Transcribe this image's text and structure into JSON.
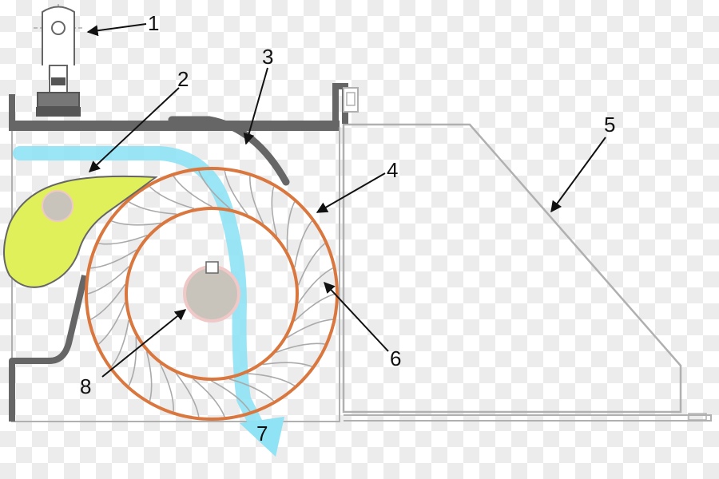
{
  "colors": {
    "frame": "#666666",
    "frame_light": "#b0b0b0",
    "rotor": "#d9773f",
    "flow": "#8fe3f5",
    "cam": "#dff05a",
    "hub": "#c9c4bb",
    "arrow": "#111111"
  },
  "callouts": [
    {
      "id": "c1",
      "label": "1"
    },
    {
      "id": "c2",
      "label": "2"
    },
    {
      "id": "c3",
      "label": "3"
    },
    {
      "id": "c4",
      "label": "4"
    },
    {
      "id": "c5",
      "label": "5"
    },
    {
      "id": "c6",
      "label": "6"
    },
    {
      "id": "c7",
      "label": "7"
    },
    {
      "id": "c8",
      "label": "8"
    }
  ]
}
